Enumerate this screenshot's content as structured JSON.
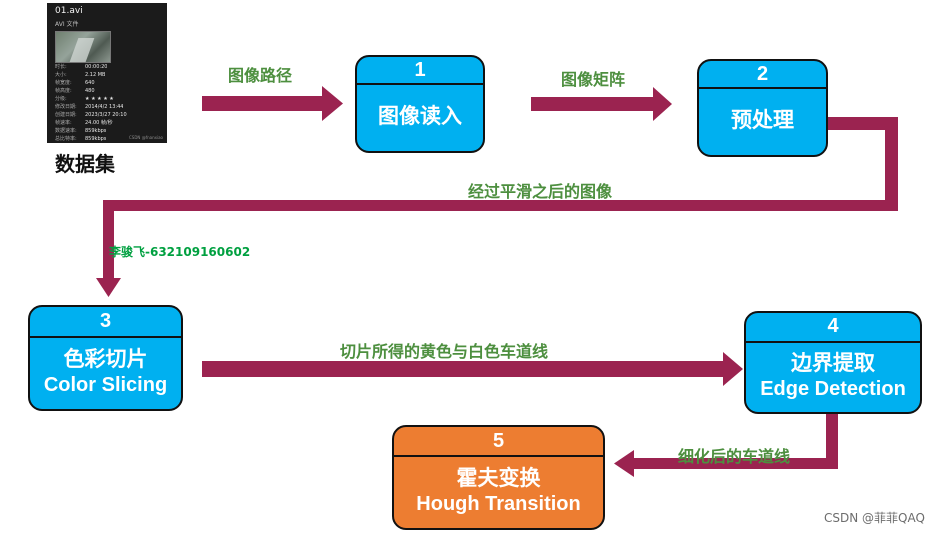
{
  "dataset": {
    "label": "数据集",
    "file_name": "01.avi",
    "file_type": "AVI 文件",
    "properties": [
      {
        "label": "时长:",
        "value": "00:00:20"
      },
      {
        "label": "大小:",
        "value": "2.12 MB"
      },
      {
        "label": "帧宽度:",
        "value": "640"
      },
      {
        "label": "帧高度:",
        "value": "480"
      },
      {
        "label": "分级:",
        "value": "★ ★ ★ ★ ★"
      },
      {
        "label": "修改日期:",
        "value": "2014/4/2 13:44"
      },
      {
        "label": "创建日期:",
        "value": "2023/3/27 20:10"
      },
      {
        "label": "帧速率:",
        "value": "24.00 帧/秒"
      },
      {
        "label": "数据速率:",
        "value": "859kbps"
      },
      {
        "label": "总比特率:",
        "value": "859kbps"
      }
    ],
    "watermark": "CSDN @fnanxiao"
  },
  "steps": [
    {
      "number": "1",
      "title": "图像读入",
      "subtitle": ""
    },
    {
      "number": "2",
      "title": "预处理",
      "subtitle": ""
    },
    {
      "number": "3",
      "title": "色彩切片",
      "subtitle": "Color Slicing"
    },
    {
      "number": "4",
      "title": "边界提取",
      "subtitle": "Edge Detection"
    },
    {
      "number": "5",
      "title": "霍夫变换",
      "subtitle": "Hough Transition"
    }
  ],
  "flows": {
    "dataset_to_1": "图像路径",
    "step1_to_2": "图像矩阵",
    "step2_to_3": "经过平滑之后的图像",
    "step3_to_4": "切片所得的黄色与白色车道线",
    "step4_to_5": "细化后的车道线"
  },
  "author": "李骏飞-632109160602",
  "credit": "CSDN @菲菲QAQ",
  "colors": {
    "step_box": "#00b0f0",
    "final_box": "#ed7d31",
    "arrow": "#9b2350",
    "flow_label": "#4d8f3f",
    "author": "#00a040"
  }
}
